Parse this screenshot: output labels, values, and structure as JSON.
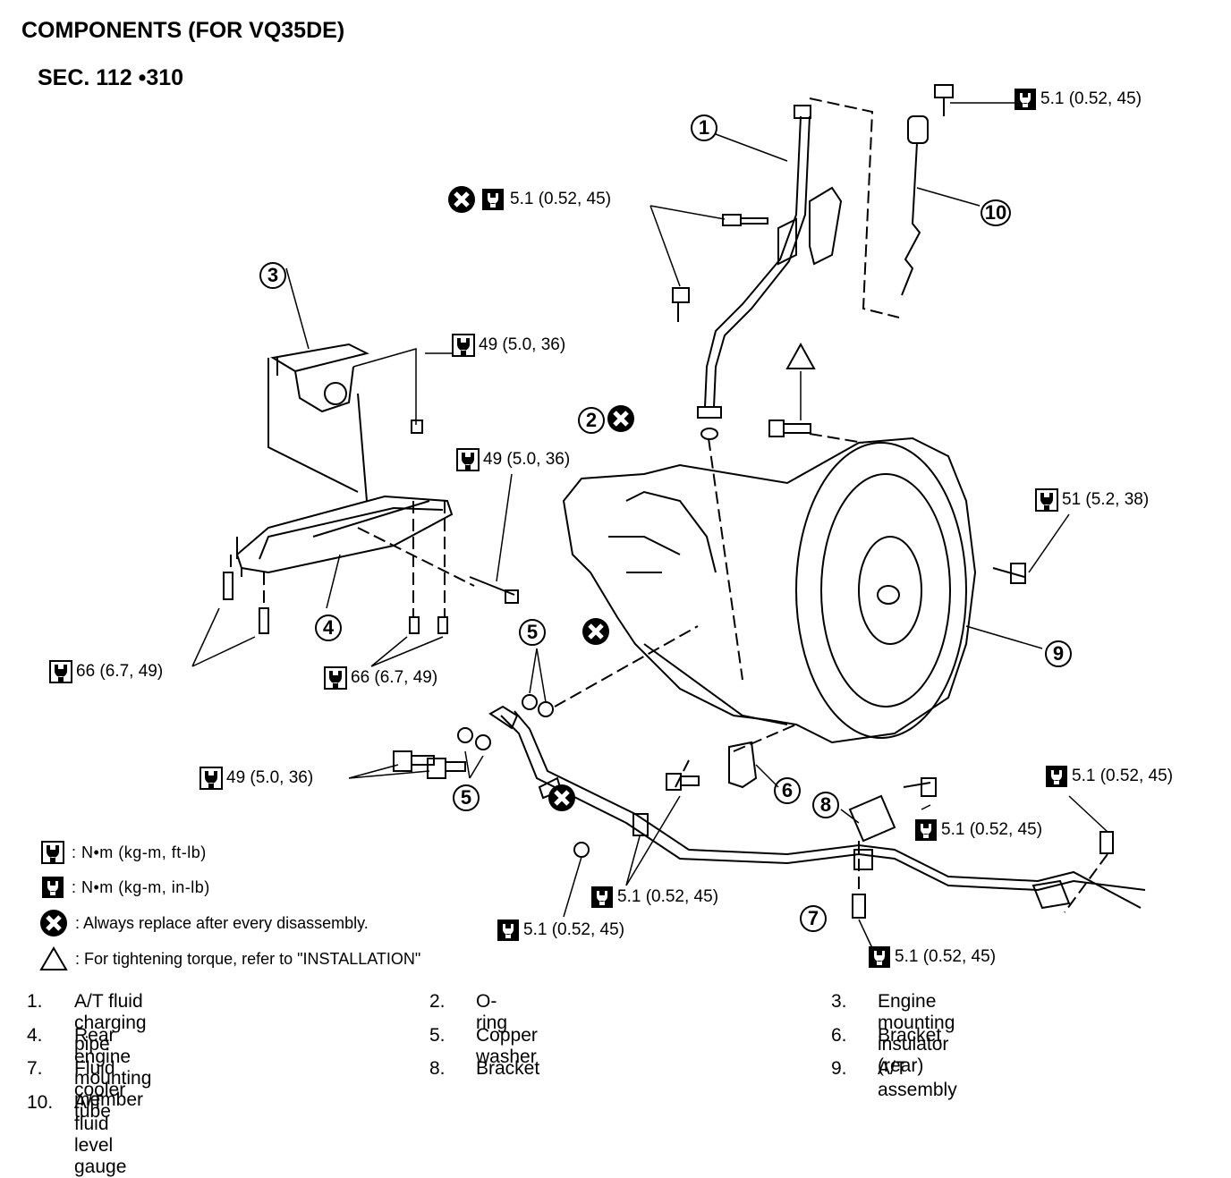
{
  "title": "COMPONENTS (FOR VQ35DE)",
  "section": "SEC. 112 •310",
  "torque_labels": {
    "t1": "5.1 (0.52, 45)",
    "t2": "5.1 (0.52, 45)",
    "t3": "49 (5.0, 36)",
    "t4": "49 (5.0, 36)",
    "t5": "51 (5.2, 38)",
    "t6": "66 (6.7, 49)",
    "t7": "66 (6.7, 49)",
    "t8": "49 (5.0, 36)",
    "t9": "5.1 (0.52, 45)",
    "t10": "5.1 (0.52, 45)",
    "t11": "5.1 (0.52, 45)",
    "t12": "5.1 (0.52, 45)",
    "t13": "5.1 (0.52, 45)"
  },
  "callouts": {
    "c1": "1",
    "c2": "2",
    "c3": "3",
    "c4": "4",
    "c5a": "5",
    "c5b": "5",
    "c6": "6",
    "c7": "7",
    "c8": "8",
    "c9": "9",
    "c10": "10"
  },
  "legend": {
    "nm_kgm_ftlb": ": N•m  (kg-m,  ft-lb)",
    "nm_kgm_inlb": ": N•m  (kg-m,  in-lb)",
    "replace": ": Always replace after every disassembly.",
    "install": ": For tightening torque, refer to \"INSTALLATION\""
  },
  "parts": [
    {
      "num": "1.",
      "name": "A/T fluid charging pipe"
    },
    {
      "num": "2.",
      "name": "O-ring"
    },
    {
      "num": "3.",
      "name": "Engine mounting insulator (rear)"
    },
    {
      "num": "4.",
      "name": "Rear engine mounting member"
    },
    {
      "num": "5.",
      "name": "Copper washer"
    },
    {
      "num": "6.",
      "name": "Bracket"
    },
    {
      "num": "7.",
      "name": "Fluid cooler tube"
    },
    {
      "num": "8.",
      "name": "Bracket"
    },
    {
      "num": "9.",
      "name": "A/T assembly"
    },
    {
      "num": "10.",
      "name": "A/T fluid level gauge"
    }
  ]
}
